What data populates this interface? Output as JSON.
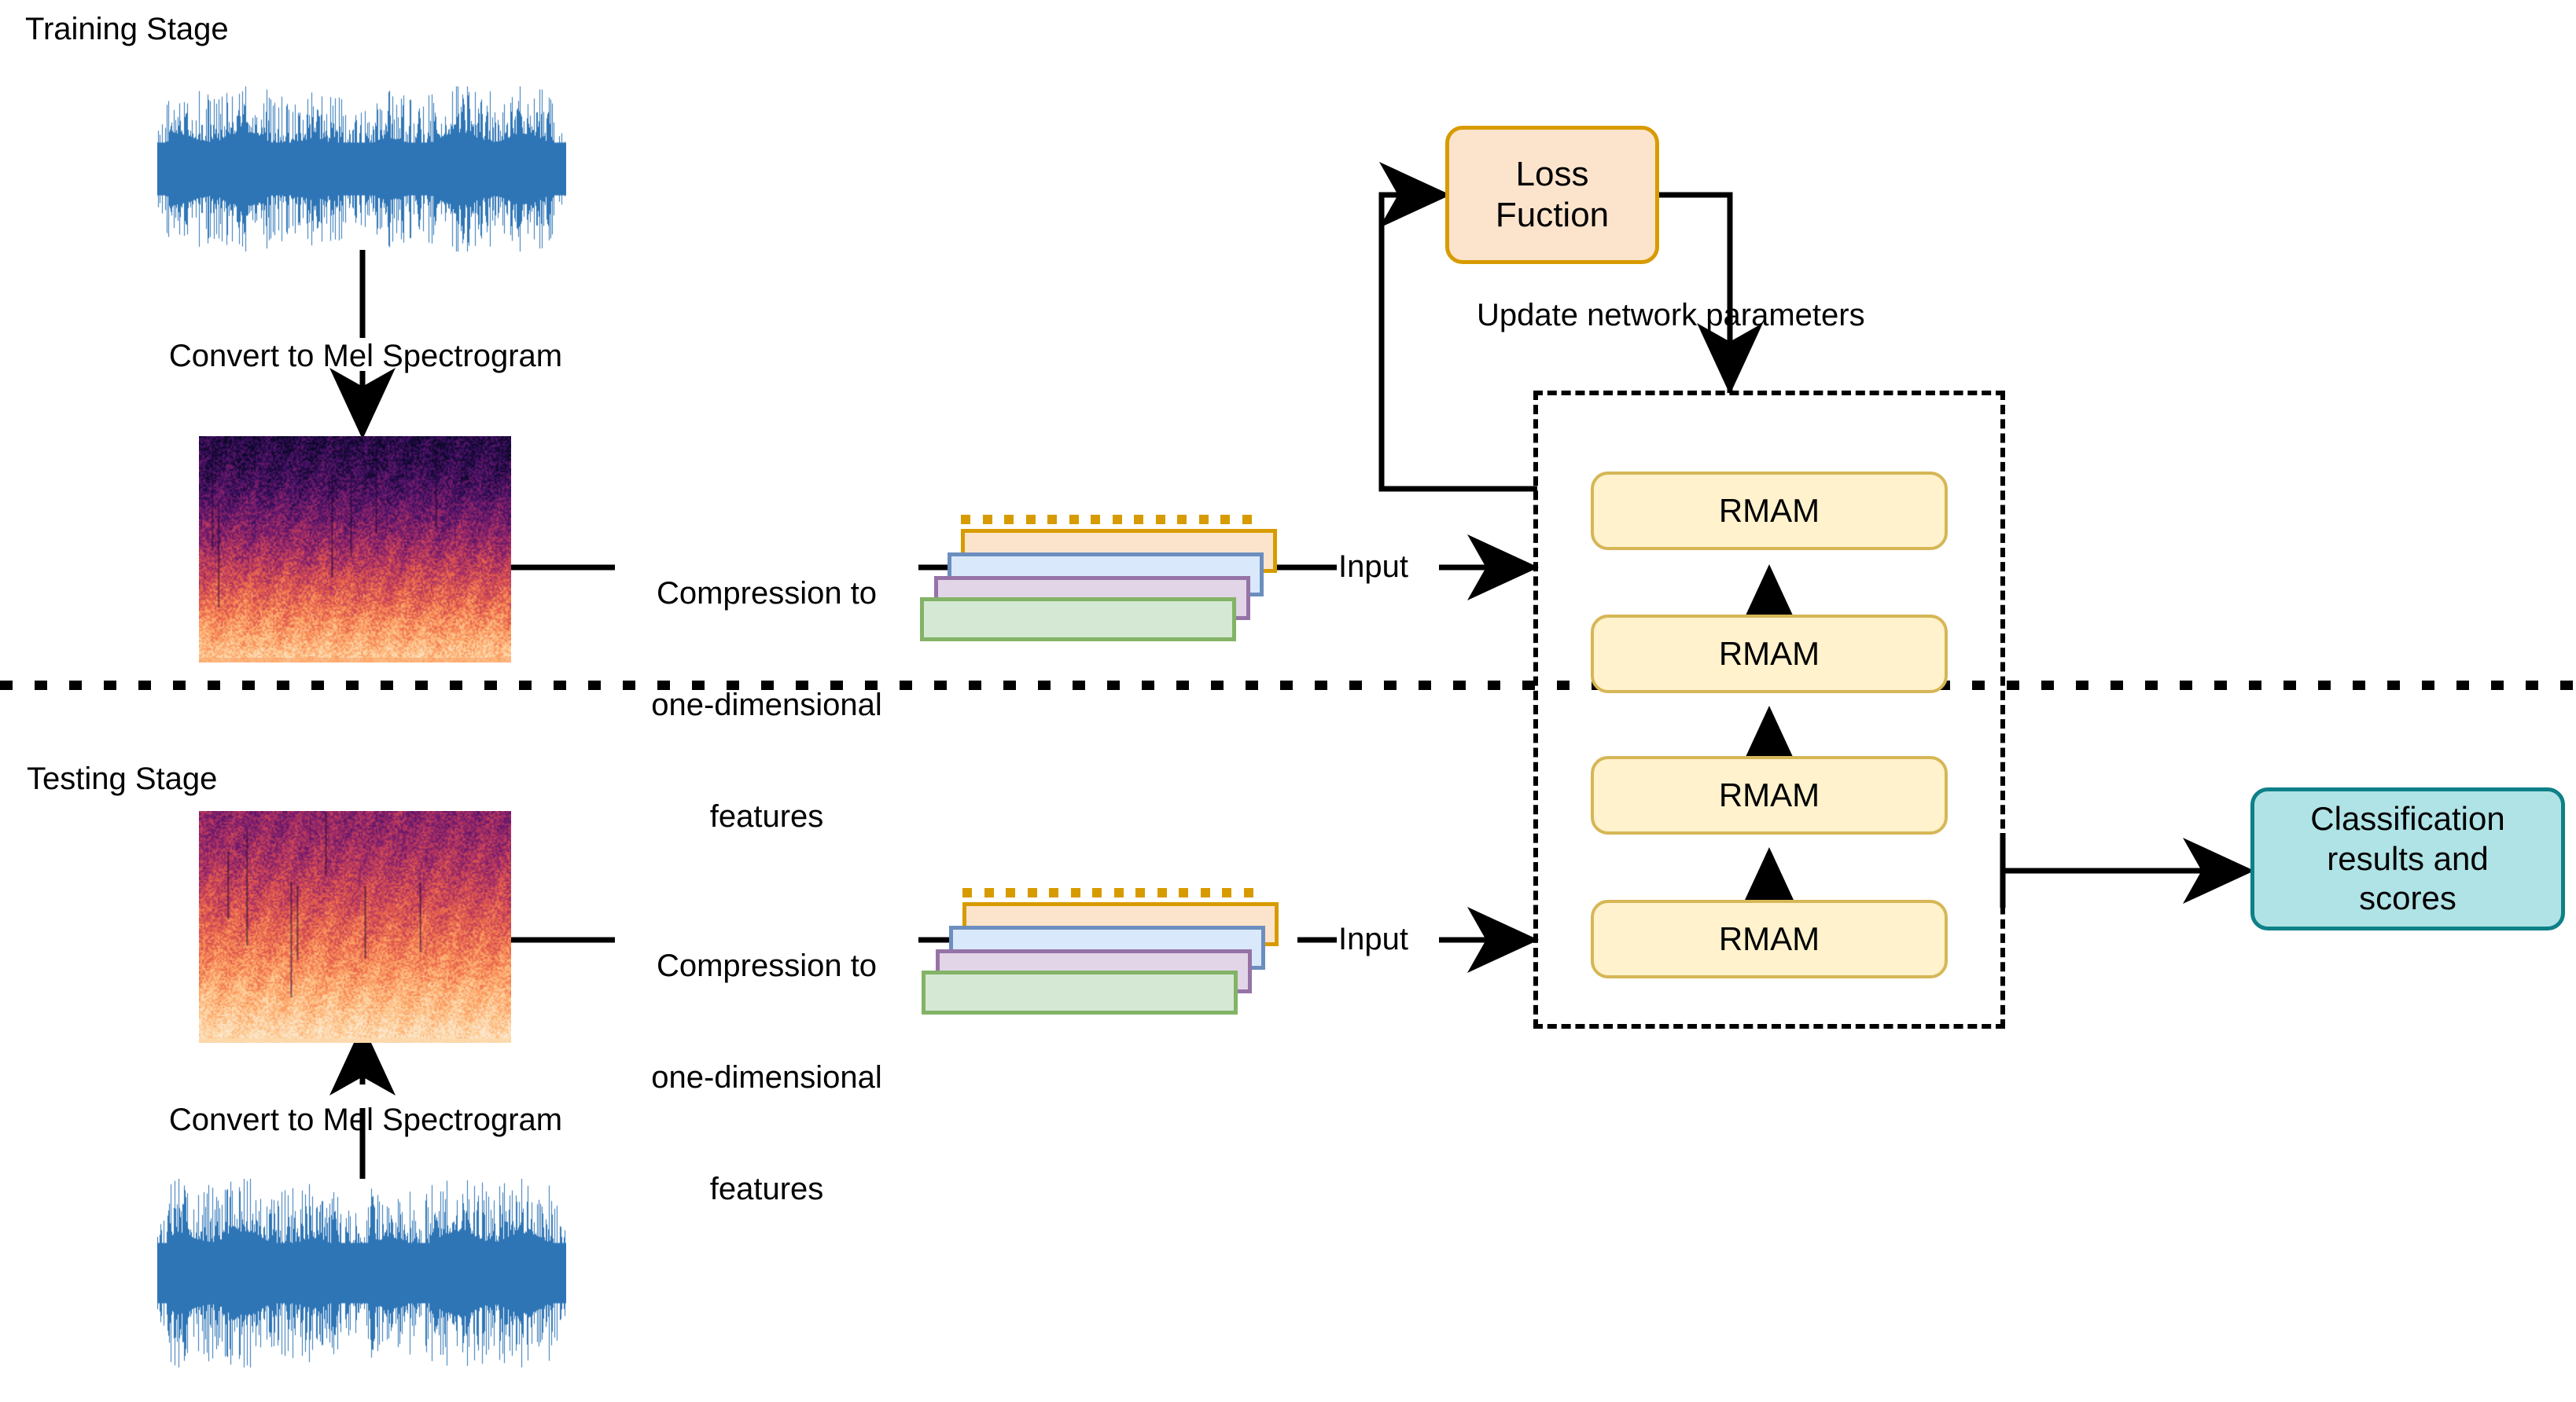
{
  "diagram": {
    "title_training": "Training Stage",
    "title_testing": "Testing Stage",
    "convert_label_top": "Convert to Mel Spectrogram",
    "convert_label_bottom": "Convert to Mel Spectrogram",
    "compression_label_top_l1": "Compression to",
    "compression_label_top_l2": "one-dimensional",
    "compression_label_top_l3": "features",
    "compression_label_bottom_l1": "Compression to",
    "compression_label_bottom_l2": "one-dimensional",
    "compression_label_bottom_l3": "features",
    "input_label_top": "Input",
    "input_label_bottom": "Input",
    "update_label": "Update network parameters",
    "loss_box_l1": "Loss",
    "loss_box_l2": "Fuction",
    "result_box_l1": "Classification",
    "result_box_l2": "results and",
    "result_box_l3": "scores",
    "rmam_blocks": [
      {
        "label": "RMAM"
      },
      {
        "label": "RMAM"
      },
      {
        "label": "RMAM"
      },
      {
        "label": "RMAM"
      }
    ]
  },
  "colors": {
    "waveform": "#2E75B6",
    "loss_fill": "#FCE4CC",
    "loss_stroke": "#D79B00",
    "rmam_fill": "#FFF2CC",
    "rmam_stroke": "#D6B656",
    "result_fill": "#B0E3E6",
    "result_stroke": "#0E8088",
    "feature_orange_fill": "#FCE4CC",
    "feature_orange_stroke": "#D79B00",
    "feature_blue_fill": "#DAE8FC",
    "feature_blue_stroke": "#6C8EBF",
    "feature_purple_fill": "#E1D5E7",
    "feature_purple_stroke": "#9673A6",
    "feature_green_fill": "#D5E8D4",
    "feature_green_stroke": "#82B366",
    "arrow": "#000000",
    "divider": "#000000"
  },
  "chart_data": {
    "type": "diagram",
    "title": "Training / Testing pipeline for audio classification",
    "nodes": [
      {
        "id": "waveform-top",
        "type": "waveform",
        "stage": "training"
      },
      {
        "id": "spectrogram-top",
        "type": "mel-spectrogram",
        "stage": "training"
      },
      {
        "id": "features-top",
        "type": "feature-stack",
        "layers": 4,
        "stage": "training"
      },
      {
        "id": "loss",
        "type": "process",
        "label": "Loss Fuction"
      },
      {
        "id": "rmam-stack",
        "type": "model",
        "blocks": 4,
        "label": "RMAM"
      },
      {
        "id": "waveform-bottom",
        "type": "waveform",
        "stage": "testing"
      },
      {
        "id": "spectrogram-bottom",
        "type": "mel-spectrogram",
        "stage": "testing"
      },
      {
        "id": "features-bottom",
        "type": "feature-stack",
        "layers": 4,
        "stage": "testing"
      },
      {
        "id": "results",
        "type": "output",
        "label": "Classification results and scores"
      }
    ],
    "edges": [
      {
        "from": "waveform-top",
        "to": "spectrogram-top",
        "label": "Convert to Mel Spectrogram"
      },
      {
        "from": "spectrogram-top",
        "to": "features-top",
        "label": "Compression to one-dimensional features"
      },
      {
        "from": "features-top",
        "to": "rmam-stack",
        "label": "Input"
      },
      {
        "from": "rmam-stack",
        "to": "loss",
        "label": ""
      },
      {
        "from": "loss",
        "to": "rmam-stack",
        "label": "Update network parameters"
      },
      {
        "from": "waveform-bottom",
        "to": "spectrogram-bottom",
        "label": "Convert to Mel Spectrogram"
      },
      {
        "from": "spectrogram-bottom",
        "to": "features-bottom",
        "label": "Compression to one-dimensional features"
      },
      {
        "from": "features-bottom",
        "to": "rmam-stack",
        "label": "Input"
      },
      {
        "from": "rmam-stack",
        "to": "results",
        "label": ""
      }
    ]
  }
}
